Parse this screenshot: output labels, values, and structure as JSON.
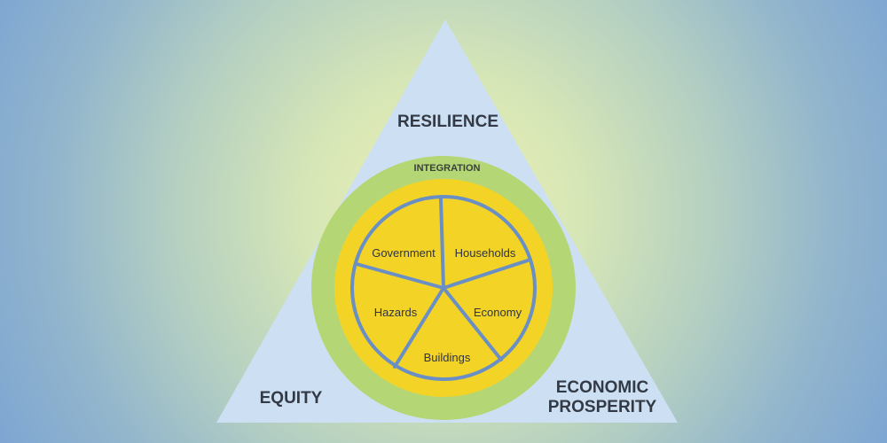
{
  "diagram": {
    "corners": {
      "top": "RESILIENCE",
      "bottom_left": "EQUITY",
      "bottom_right_line1": "ECONOMIC",
      "bottom_right_line2": "PROSPERITY"
    },
    "ring_label": "INTEGRATION",
    "segments": {
      "government": "Government",
      "households": "Households",
      "economy": "Economy",
      "buildings": "Buildings",
      "hazards": "Hazards"
    },
    "colors": {
      "triangle": "#cde0f3",
      "outer_ring": "#b5d675",
      "inner_disc": "#f4d327",
      "dividers": "#6a8fc4"
    }
  }
}
